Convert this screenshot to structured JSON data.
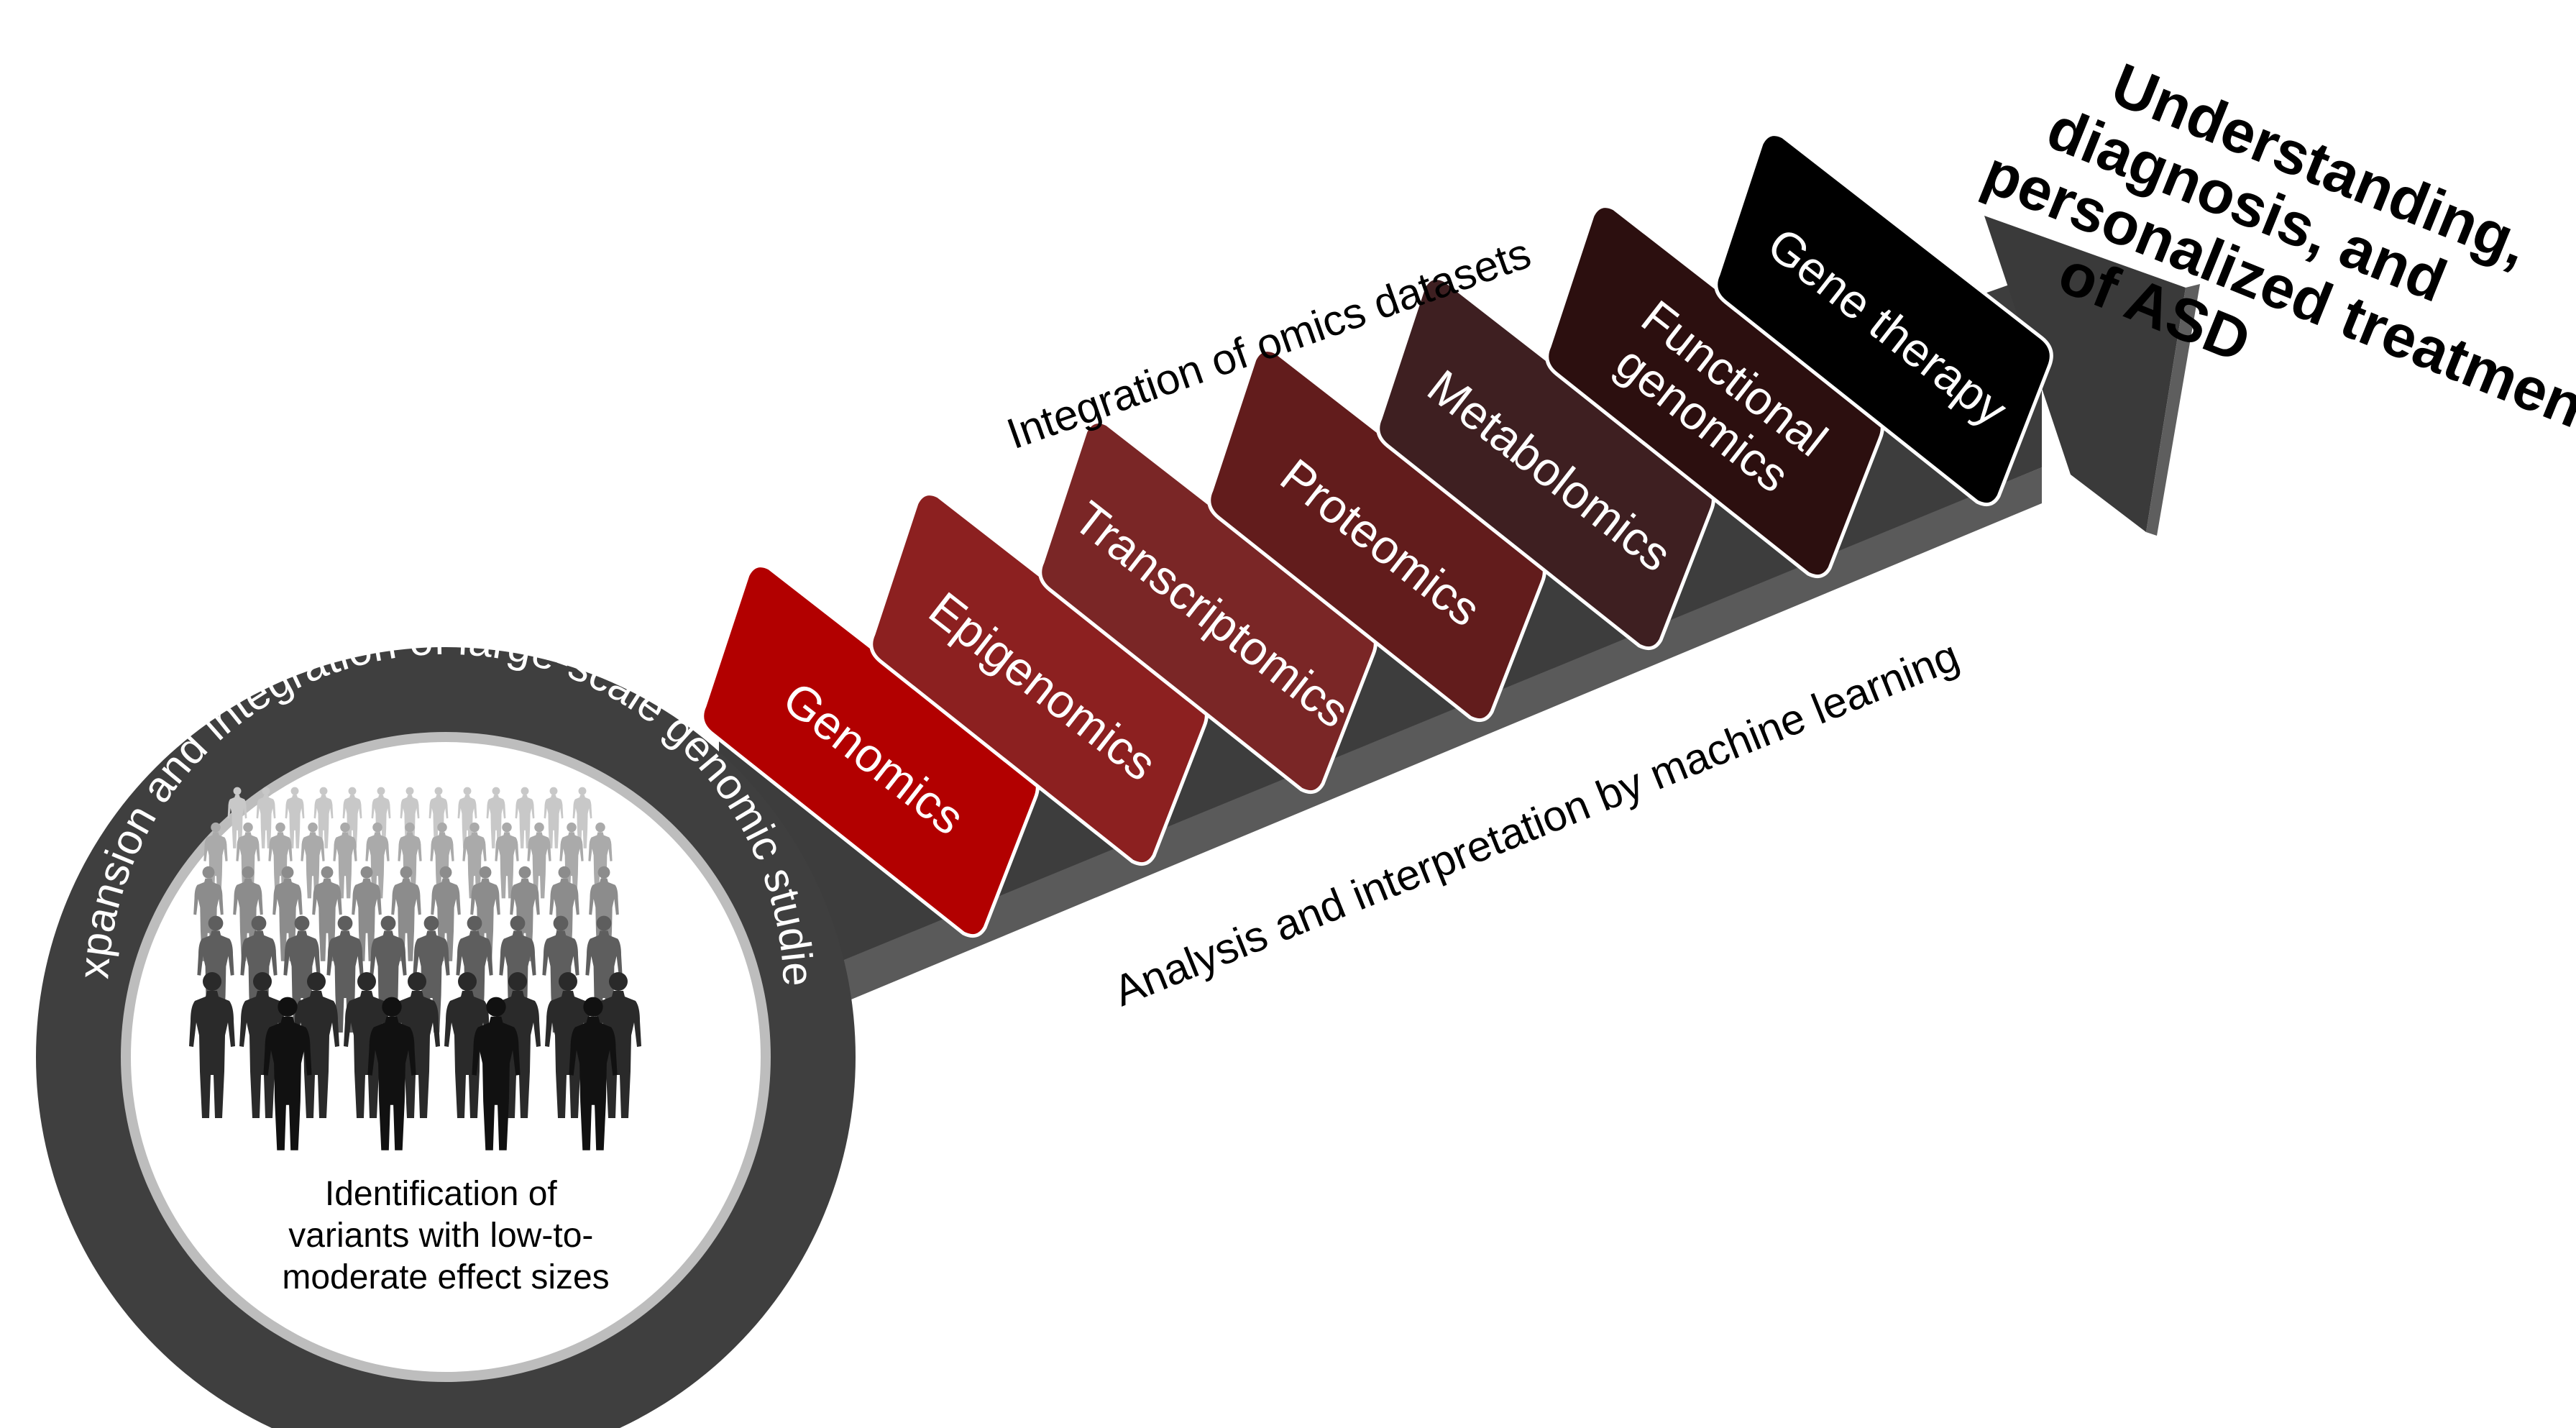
{
  "cards": [
    {
      "label": "Genomics",
      "color": "#b20000"
    },
    {
      "label": "Epigenomics",
      "color": "#8c2020"
    },
    {
      "label": "Transcriptomics",
      "color": "#7a2626"
    },
    {
      "label": "Proteomics",
      "color": "#621c1c"
    },
    {
      "label": "Metabolomics",
      "color": "#3e1f21"
    },
    {
      "label": "Functional genomics",
      "label_lines": [
        "Functional",
        "genomics"
      ],
      "color": "#2c0f0f"
    },
    {
      "label": "Gene therapy",
      "color": "#000000"
    }
  ],
  "top_band_label": "Integration of omics datasets",
  "bottom_band_label": "Analysis and interpretation by machine learning",
  "ring_label": "Expansion and integration of large-scale genomic studies",
  "inner_label_lines": [
    "Identification of",
    "variants with low-to-",
    "moderate effect sizes"
  ],
  "goal_lines": [
    "Understanding,",
    "diagnosis, and",
    "personalized treatment",
    "of ASD"
  ],
  "colors": {
    "arrow_top": "#3d3d3d",
    "arrow_side": "#555555",
    "ring": "#3f3f3f",
    "ring_inner": "#ffffff"
  }
}
